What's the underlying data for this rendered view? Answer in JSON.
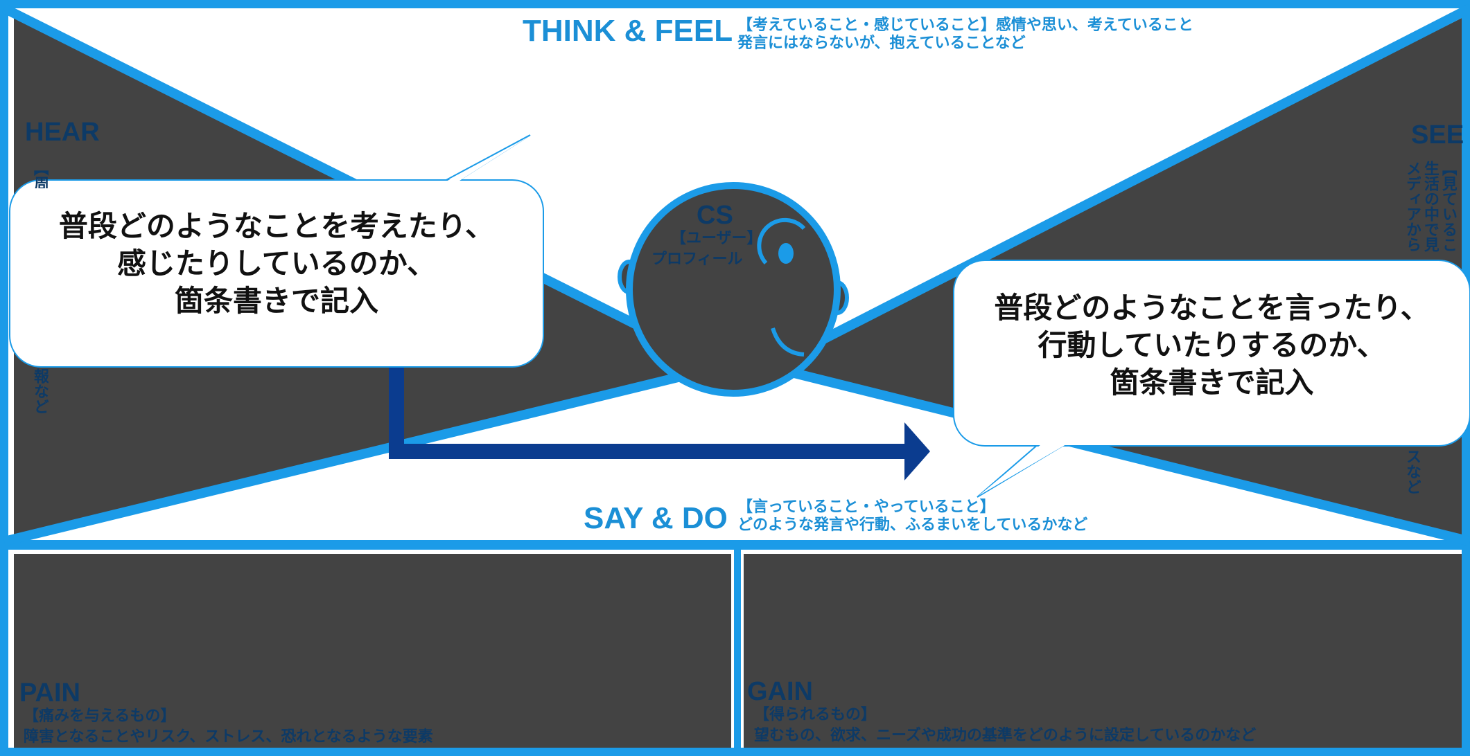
{
  "colors": {
    "frame_blue": "#1b9be8",
    "dark_panel": "#434343",
    "label_blue": "#1b8fd6",
    "label_dark": "#0d3a66",
    "arrow_navy": "#0b3c8f",
    "bubble_fill": "#ffffff"
  },
  "sections": {
    "think_feel": {
      "title": "THINK & FEEL",
      "desc_line1": "【考えていること・感じていること】感情や思い、考えていること",
      "desc_line2": "発言にはならないが、抱えていることなど"
    },
    "hear": {
      "title": "HEAR",
      "vertical_top": "【周メ",
      "vertical_bottom": "報など"
    },
    "see": {
      "title": "SEE",
      "vertical_col1": "【見ているこ",
      "vertical_col2": "生活の中で見",
      "vertical_col3": "メディアから",
      "vertical_bottom": "スなど"
    },
    "say_do": {
      "title": "SAY & DO",
      "desc_line1": "【言っていること・やっていること】",
      "desc_line2": "どのような発言や行動、ふるまいをしているかなど"
    },
    "pain": {
      "title": "PAIN",
      "desc_line1": "【痛みを与えるもの】",
      "desc_line2": "障害となることやリスク、ストレス、恐れとなるような要素"
    },
    "gain": {
      "title": "GAIN",
      "desc_line1": "【得られるもの】",
      "desc_line2": "望むもの、欲求、ニーズや成功の基準をどのように設定しているのかなど"
    }
  },
  "center": {
    "title": "CS",
    "line1": "【ユーザー】",
    "line2": "プロフィール"
  },
  "callouts": {
    "left": {
      "line1": "普段どのようなことを考えたり、",
      "line2": "感じたりしているのか、",
      "line3": "箇条書きで記入"
    },
    "right": {
      "line1": "普段どのようなことを言ったり、",
      "line2": "行動していたりするのか、",
      "line3": "箇条書きで記入"
    }
  }
}
